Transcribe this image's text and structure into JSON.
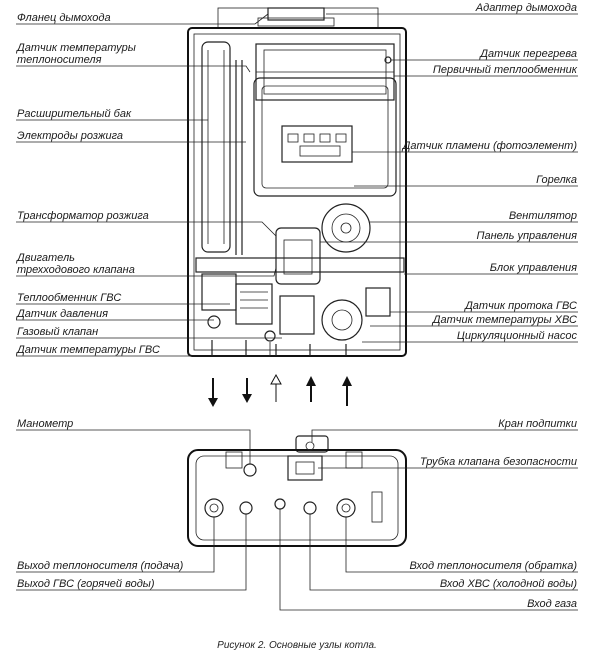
{
  "labels_left_top": {
    "flue_flange": "Фланец дымохода",
    "coolant_temp_sensor_line1": "Датчик температуры",
    "coolant_temp_sensor_line2": "теплоносителя",
    "expansion_tank": "Расширительный бак",
    "ignition_electrodes": "Электроды розжига",
    "ignition_transformer": "Трансформатор розжига",
    "three_way_motor_line1": "Двигатель",
    "three_way_motor_line2": "трехходового клапана",
    "dhw_heat_exchanger": "Теплообменник ГВС",
    "pressure_sensor": "Датчик давления",
    "gas_valve": "Газовый клапан",
    "dhw_temp_sensor": "Датчик температуры ГВС"
  },
  "labels_right_top": {
    "flue_adapter": "Адаптер дымохода",
    "overheat_sensor": "Датчик перегрева",
    "primary_heat_exchanger": "Первичный теплообменник",
    "flame_sensor": "Датчик пламени (фотоэлемент)",
    "burner": "Горелка",
    "fan": "Вентилятор",
    "control_panel": "Панель управления",
    "control_unit": "Блок управления",
    "dhw_flow_sensor": "Датчик протока ГВС",
    "cold_water_temp_sensor": "Датчик температуры ХВС",
    "circulation_pump": "Циркуляционный насос"
  },
  "labels_bottom": {
    "manometer": "Манометр",
    "fill_tap": "Кран подпитки",
    "safety_valve_tube": "Трубка клапана безопасности",
    "coolant_outlet": "Выход теплоносителя (подача)",
    "dhw_outlet": "Выход ГВС (горячей воды)",
    "coolant_inlet": "Вход теплоносителя (обратка)",
    "cold_water_inlet": "Вход ХВС (холодной воды)",
    "gas_inlet": "Вход газа"
  },
  "caption": "Рисунок 2.  Основные узлы котла."
}
